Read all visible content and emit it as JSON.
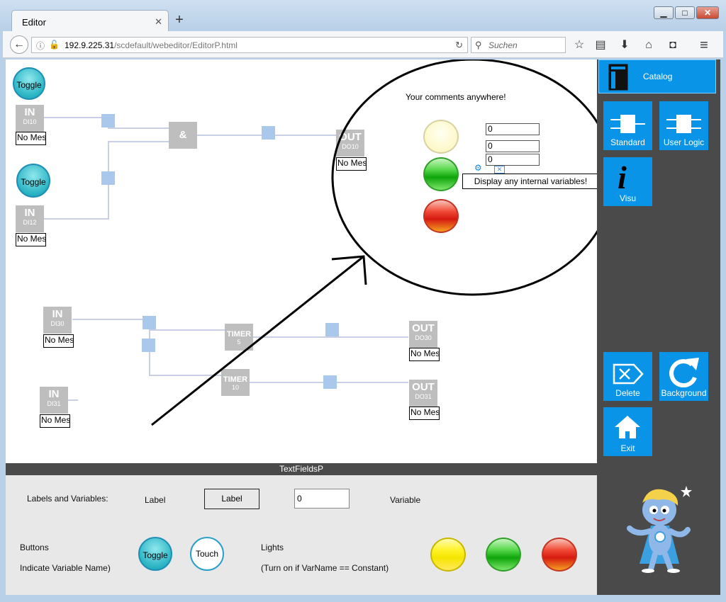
{
  "browser": {
    "tab_title": "Editor",
    "tab_close": "✕",
    "new_tab": "+",
    "url_host": "192.9.225.31",
    "url_path": "/scdefault/webeditor/EditorP.html",
    "search_placeholder": "Suchen",
    "window_buttons": {
      "minimize": "▁",
      "maximize": "□",
      "close": "✕"
    }
  },
  "canvas": {
    "toggles": [
      "Toggle",
      "Toggle"
    ],
    "inputs": [
      {
        "title": "IN",
        "sub": "DI10",
        "msg": "No Mes"
      },
      {
        "title": "IN",
        "sub": "DI12",
        "msg": "No Mes"
      },
      {
        "title": "IN",
        "sub": "DI30",
        "msg": "No Mes"
      },
      {
        "title": "IN",
        "sub": "DI31",
        "msg": "No Mes"
      }
    ],
    "and_block": "&",
    "outputs": [
      {
        "title": "OUT",
        "sub": "DO10",
        "msg": "No Mes"
      },
      {
        "title": "OUT",
        "sub": "DO30",
        "msg": "No Mes"
      },
      {
        "title": "OUT",
        "sub": "DO31",
        "msg": "No Mes"
      }
    ],
    "timers": [
      {
        "title": "TIMER",
        "sub": "5"
      },
      {
        "title": "TIMER",
        "sub": "10"
      }
    ],
    "comment": "Your comments anywhere!",
    "variable_values": [
      "0",
      "0",
      "0"
    ],
    "tooltip": "Display any internal variables!"
  },
  "panel": {
    "title": "TextFieldsP",
    "labels_and_variables": "Labels and Variables:",
    "label_caption": "Label",
    "label_button": "Label",
    "variable_value": "0",
    "variable_caption": "Variable",
    "buttons_caption": "Buttons",
    "indicate_caption": "Indicate Variable Name)",
    "toggle_button": "Toggle",
    "touch_button": "Touch",
    "lights_caption": "Lights",
    "lights_note": "(Turn on if VarName == Constant)"
  },
  "sidebar": {
    "catalog": "Catalog",
    "standard": "Standard",
    "user_logic": "User Logic",
    "visu": "Visu",
    "delete": "Delete",
    "background": "Background",
    "exit": "Exit"
  }
}
